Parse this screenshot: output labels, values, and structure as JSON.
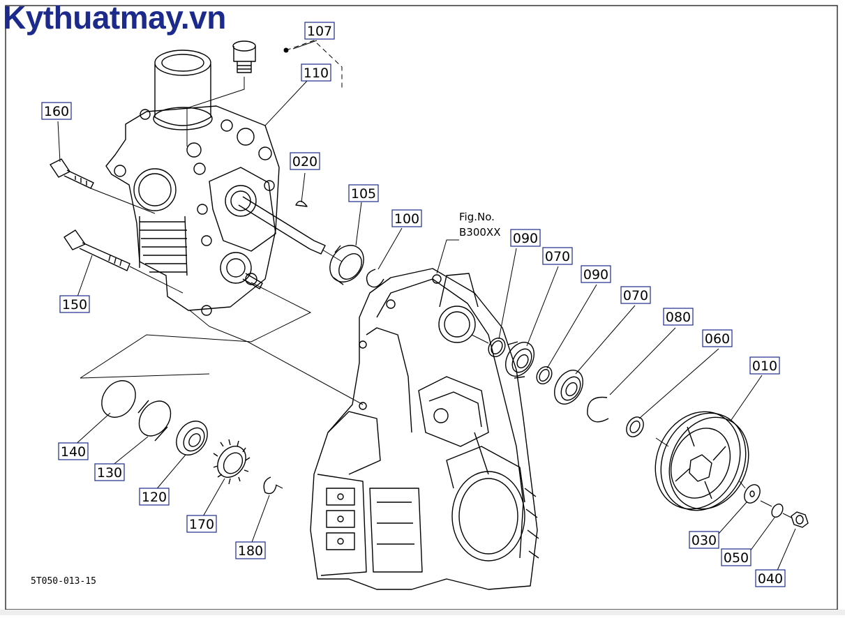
{
  "watermark": "Kythuatmay.vn",
  "figure_ref": {
    "line1": "Fig.No.",
    "line2": "B300XX"
  },
  "drawing_code": "5T050-013-15",
  "callouts": [
    {
      "id": "107",
      "label": "107"
    },
    {
      "id": "110",
      "label": "110"
    },
    {
      "id": "160",
      "label": "160"
    },
    {
      "id": "020",
      "label": "020"
    },
    {
      "id": "105",
      "label": "105"
    },
    {
      "id": "100",
      "label": "100"
    },
    {
      "id": "090a",
      "label": "090"
    },
    {
      "id": "070a",
      "label": "070"
    },
    {
      "id": "090b",
      "label": "090"
    },
    {
      "id": "070b",
      "label": "070"
    },
    {
      "id": "080",
      "label": "080"
    },
    {
      "id": "060",
      "label": "060"
    },
    {
      "id": "010",
      "label": "010"
    },
    {
      "id": "150",
      "label": "150"
    },
    {
      "id": "140",
      "label": "140"
    },
    {
      "id": "130",
      "label": "130"
    },
    {
      "id": "120",
      "label": "120"
    },
    {
      "id": "170",
      "label": "170"
    },
    {
      "id": "180",
      "label": "180"
    },
    {
      "id": "030",
      "label": "030"
    },
    {
      "id": "050",
      "label": "050"
    },
    {
      "id": "040",
      "label": "040"
    }
  ]
}
